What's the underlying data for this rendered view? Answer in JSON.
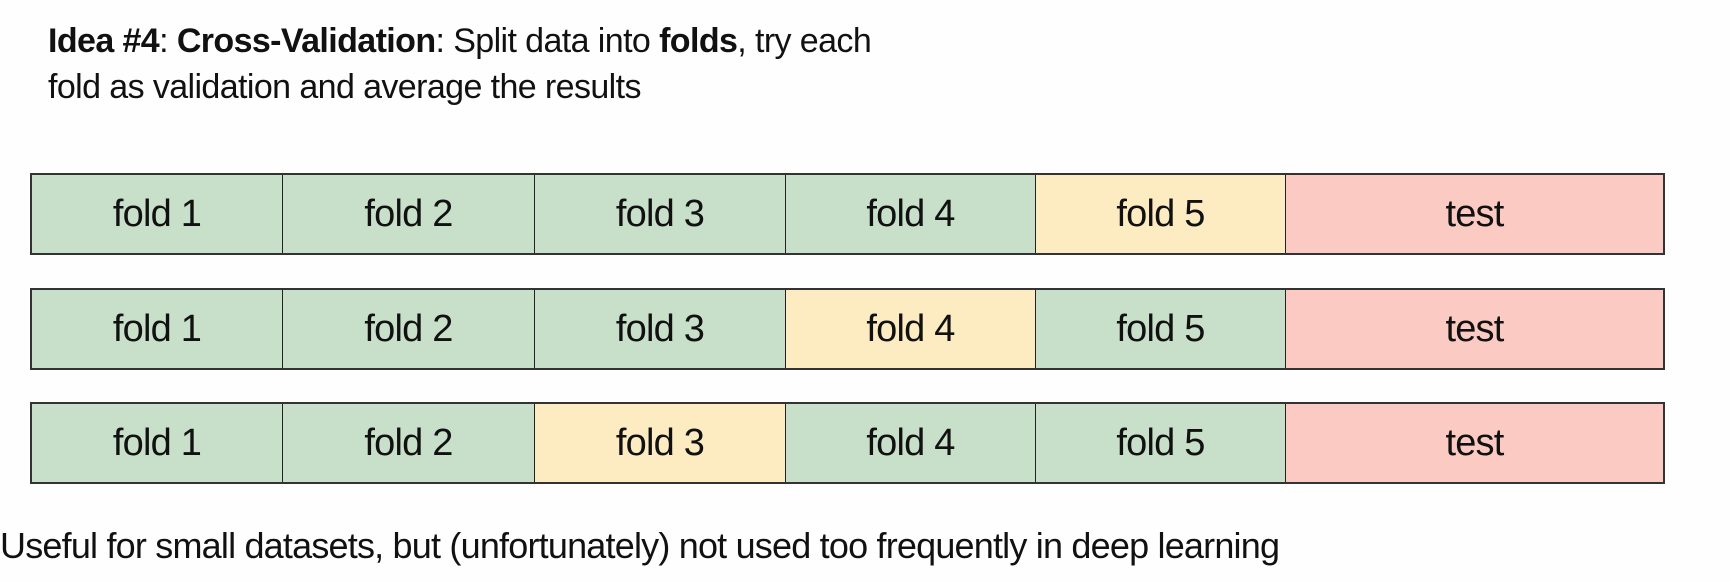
{
  "title": {
    "idea": "Idea #4",
    "sep1": ": ",
    "method": "Cross-Validation",
    "text1": ": Split data into ",
    "folds": "folds",
    "text2": ", try each",
    "line2": "fold as validation and average the results"
  },
  "colors": {
    "train": "#c8dfc9",
    "validation": "#fdebc2",
    "test": "#fbcac2"
  },
  "rows": [
    {
      "cells": [
        {
          "label": "fold 1",
          "role": "train"
        },
        {
          "label": "fold 2",
          "role": "train"
        },
        {
          "label": "fold 3",
          "role": "train"
        },
        {
          "label": "fold 4",
          "role": "train"
        },
        {
          "label": "fold 5",
          "role": "validation"
        },
        {
          "label": "test",
          "role": "test"
        }
      ]
    },
    {
      "cells": [
        {
          "label": "fold 1",
          "role": "train"
        },
        {
          "label": "fold 2",
          "role": "train"
        },
        {
          "label": "fold 3",
          "role": "train"
        },
        {
          "label": "fold 4",
          "role": "validation"
        },
        {
          "label": "fold 5",
          "role": "train"
        },
        {
          "label": "test",
          "role": "test"
        }
      ]
    },
    {
      "cells": [
        {
          "label": "fold 1",
          "role": "train"
        },
        {
          "label": "fold 2",
          "role": "train"
        },
        {
          "label": "fold 3",
          "role": "validation"
        },
        {
          "label": "fold 4",
          "role": "train"
        },
        {
          "label": "fold 5",
          "role": "train"
        },
        {
          "label": "test",
          "role": "test"
        }
      ]
    }
  ],
  "footer": "Useful for small datasets, but (unfortunately) not used too frequently in deep learning"
}
